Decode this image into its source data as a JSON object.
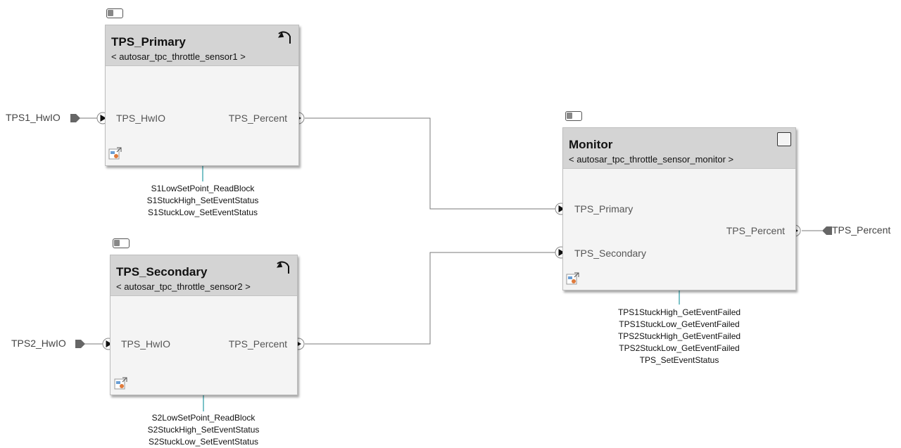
{
  "components": {
    "tps_primary": {
      "name": "TPS_Primary",
      "subtitle": "< autosar_tpc_throttle_sensor1 >",
      "in_port": "TPS_HwIO",
      "out_port": "TPS_Percent",
      "functions": [
        "S1LowSetPoint_ReadBlock",
        "S1StuckHigh_SetEventStatus",
        "S1StuckLow_SetEventStatus"
      ]
    },
    "tps_secondary": {
      "name": "TPS_Secondary",
      "subtitle": "< autosar_tpc_throttle_sensor2 >",
      "in_port": "TPS_HwIO",
      "out_port": "TPS_Percent",
      "functions": [
        "S2LowSetPoint_ReadBlock",
        "S2StuckHigh_SetEventStatus",
        "S2StuckLow_SetEventStatus"
      ]
    },
    "monitor": {
      "name": "Monitor",
      "subtitle": "< autosar_tpc_throttle_sensor_monitor >",
      "in_ports": [
        "TPS_Primary",
        "TPS_Secondary"
      ],
      "out_port": "TPS_Percent",
      "functions": [
        "TPS1StuckHigh_GetEventFailed",
        "TPS1StuckLow_GetEventFailed",
        "TPS2StuckHigh_GetEventFailed",
        "TPS2StuckLow_GetEventFailed",
        "TPS_SetEventStatus"
      ]
    }
  },
  "external_ports": {
    "in1": "TPS1_HwIO",
    "in2": "TPS2_HwIO",
    "out": "TPS_Percent"
  },
  "colors": {
    "wire": "#7a7a7a",
    "function_connector": "#7cc3c8",
    "header": "#d4d4d4",
    "body": "#f4f4f4"
  }
}
